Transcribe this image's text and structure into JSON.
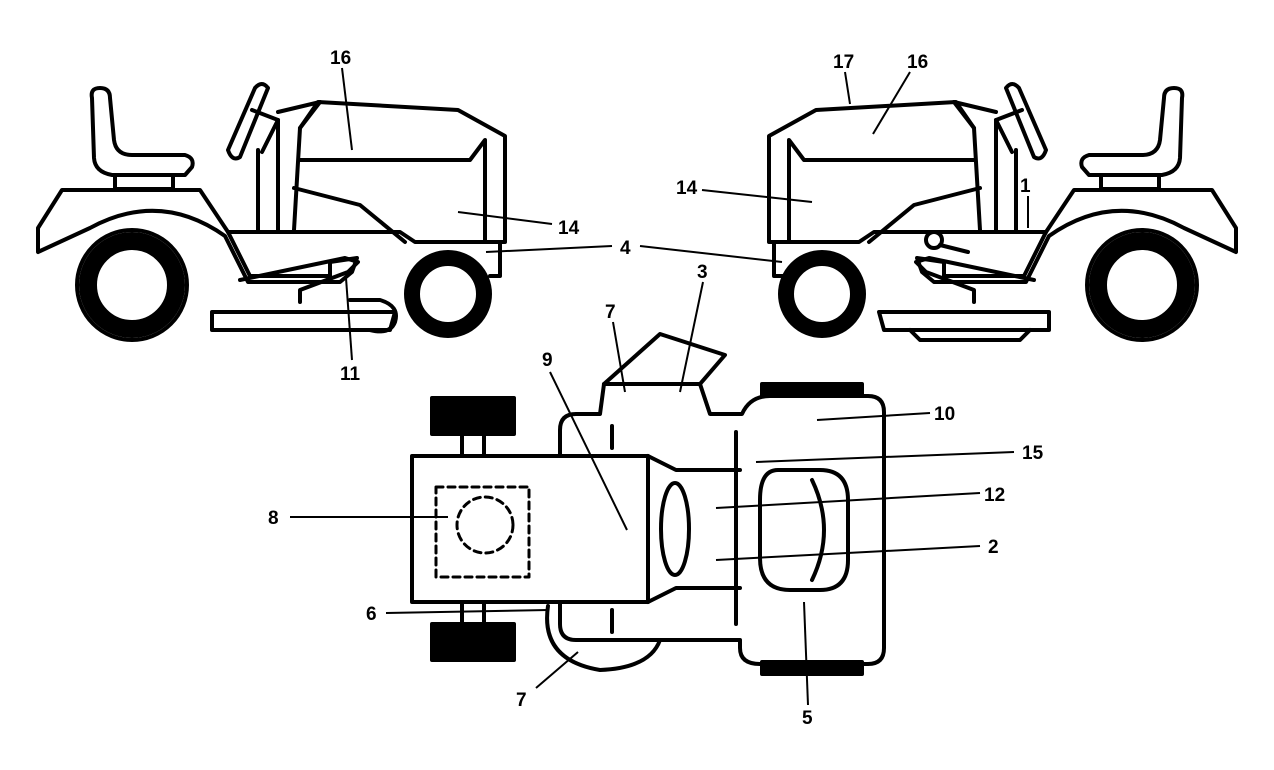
{
  "colors": {
    "ink": "#000000",
    "paper": "#ffffff"
  },
  "labels": {
    "left": {
      "l16": "16",
      "l14": "14",
      "l11": "11"
    },
    "center": {
      "l4": "4"
    },
    "right": {
      "l17": "17",
      "l16": "16",
      "l14": "14",
      "l1": "1"
    },
    "top": {
      "l3": "3",
      "l7a": "7",
      "l9": "9",
      "l10": "10",
      "l15": "15",
      "l12": "12",
      "l8": "8",
      "l2": "2",
      "l6": "6",
      "l7b": "7",
      "l5": "5"
    }
  }
}
